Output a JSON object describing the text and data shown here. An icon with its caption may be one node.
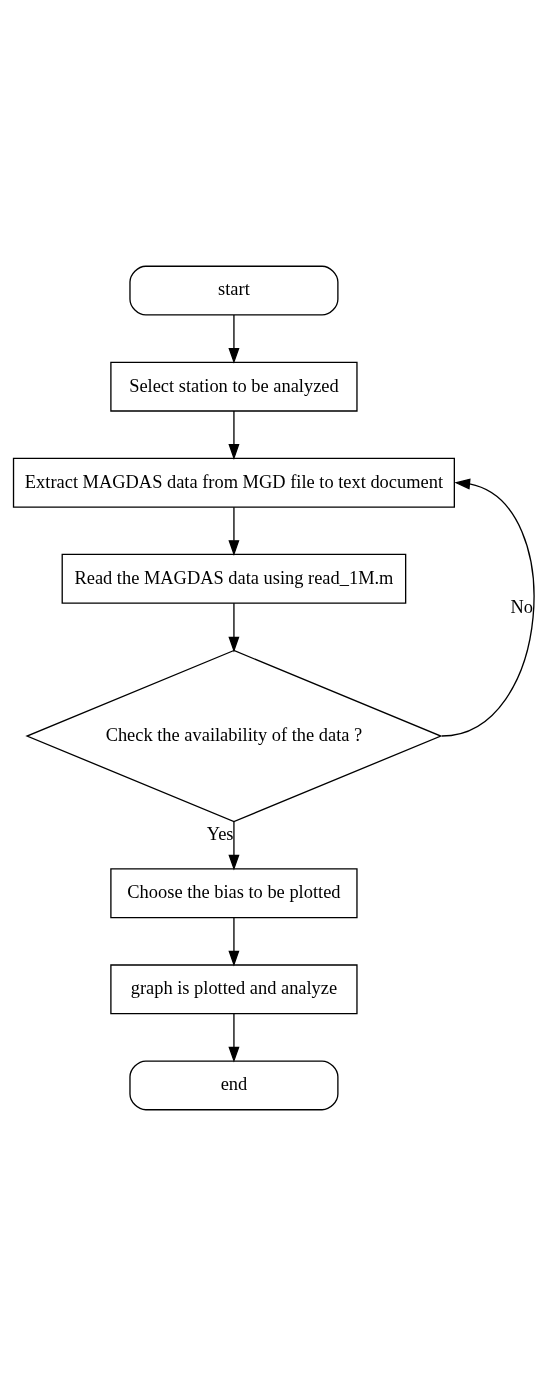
{
  "diagram": {
    "nodes": [
      {
        "text": [
          "start"
        ]
      },
      {
        "text": [
          "Select station to be analyzed"
        ]
      },
      {
        "text": [
          "Extract MAGDAS data from MGD file to text document"
        ]
      },
      {
        "text": [
          "Read the MAGDAS data using read_1M.m"
        ]
      },
      {
        "text": [
          "Check the availability of the data ?"
        ]
      },
      {
        "text": [
          "Choose the bias to be plotted"
        ]
      },
      {
        "text": [
          "graph is plotted and analyze"
        ]
      },
      {
        "text": [
          "end"
        ]
      }
    ],
    "edges": [
      {
        "from": 0,
        "to": 1,
        "arrow": "to"
      },
      {
        "from": 1,
        "to": 2,
        "arrow": "to"
      },
      {
        "from": 2,
        "to": 3,
        "arrow": "to"
      },
      {
        "from": 3,
        "to": 4,
        "arrow": "to"
      },
      {
        "from": 4,
        "to": 2,
        "arrow": "to",
        "label": "No"
      },
      {
        "from": 4,
        "to": 5,
        "arrow": "to",
        "label": "Yes"
      },
      {
        "from": 5,
        "to": 6,
        "arrow": "to"
      },
      {
        "from": 6,
        "to": 7,
        "arrow": "to"
      }
    ]
  }
}
